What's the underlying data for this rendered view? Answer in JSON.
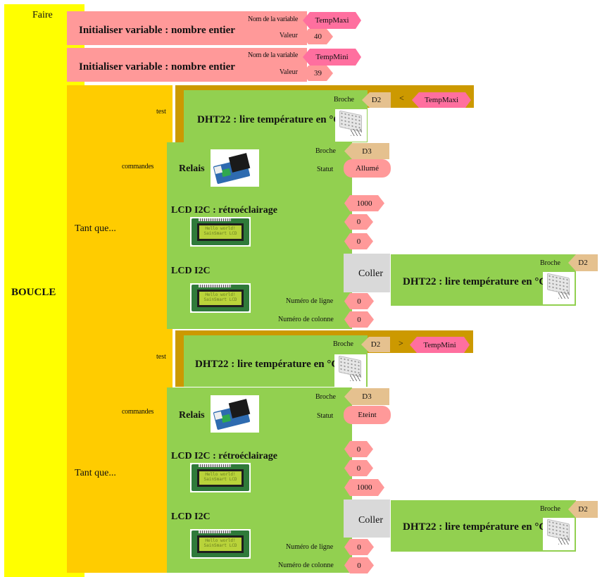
{
  "loop": {
    "label": "BOUCLE",
    "do_label": "Faire"
  },
  "init_vars": [
    {
      "title": "Initialiser variable : nombre entier",
      "name_label": "Nom de la variable",
      "name_value": "TempMaxi",
      "value_label": "Valeur",
      "value": "40"
    },
    {
      "title": "Initialiser variable : nombre entier",
      "name_label": "Nom de la variable",
      "name_value": "TempMini",
      "value_label": "Valeur",
      "value": "39"
    }
  ],
  "while_blocks": [
    {
      "label": "Tant que...",
      "test_label": "test",
      "commands_label": "commandes",
      "condition": {
        "sensor_title": "DHT22 : lire température en °C",
        "pin_label": "Broche",
        "pin_value": "D2",
        "operator": "<",
        "compare_var": "TempMaxi"
      },
      "relay": {
        "title": "Relais",
        "pin_label": "Broche",
        "pin_value": "D3",
        "status_label": "Statut",
        "status_value": "Allumé"
      },
      "backlight": {
        "title": "LCD I2C : rétroéclairage",
        "values": [
          "1000",
          "0",
          "0"
        ]
      },
      "lcd_print": {
        "title": "LCD I2C",
        "paste_label": "Coller",
        "row_label": "Numéro de ligne",
        "row_value": "0",
        "col_label": "Numéro de colonne",
        "col_value": "0",
        "sensor_title": "DHT22 : lire température en °C",
        "pin_label": "Broche",
        "pin_value": "D2"
      }
    },
    {
      "label": "Tant que...",
      "test_label": "test",
      "commands_label": "commandes",
      "condition": {
        "sensor_title": "DHT22 : lire température en °C",
        "pin_label": "Broche",
        "pin_value": "D2",
        "operator": ">",
        "compare_var": "TempMini"
      },
      "relay": {
        "title": "Relais",
        "pin_label": "Broche",
        "pin_value": "D3",
        "status_label": "Statut",
        "status_value": "Eteint"
      },
      "backlight": {
        "title": "LCD I2C : rétroéclairage",
        "values": [
          "0",
          "0",
          "1000"
        ]
      },
      "lcd_print": {
        "title": "LCD I2C",
        "paste_label": "Coller",
        "row_label": "Numéro de ligne",
        "row_value": "0",
        "col_label": "Numéro de colonne",
        "col_value": "0",
        "sensor_title": "DHT22 : lire température en °C",
        "pin_label": "Broche",
        "pin_value": "D2"
      }
    }
  ],
  "images": {
    "lcd_line1": "Hello world!",
    "lcd_line2": "SainSmart LCD"
  }
}
